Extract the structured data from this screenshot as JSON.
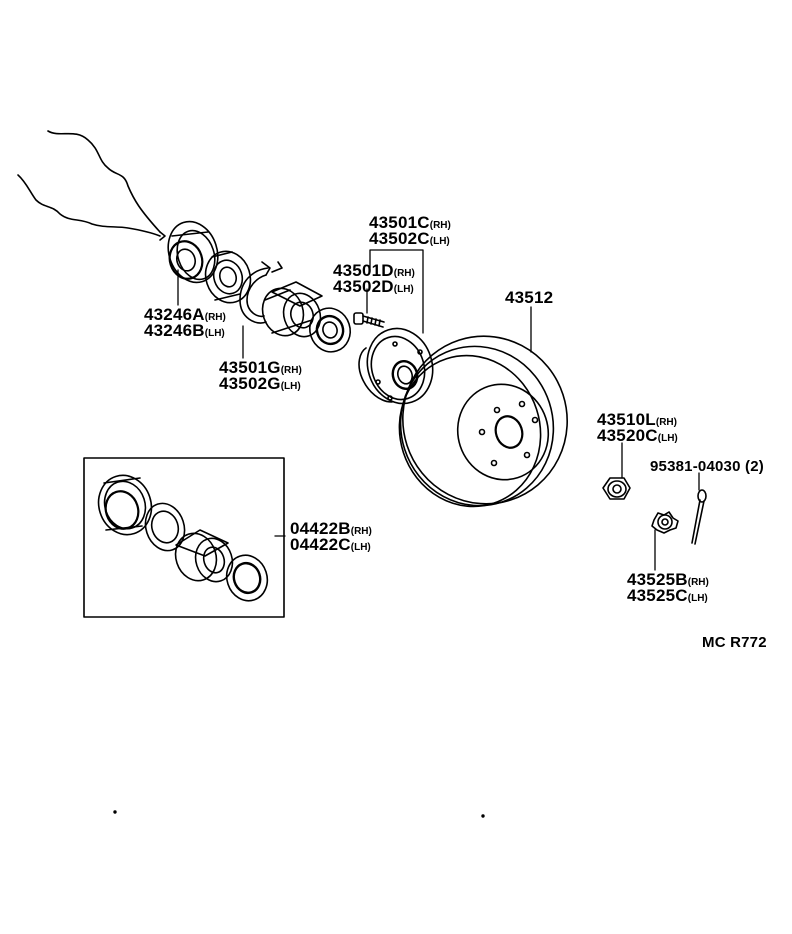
{
  "colors": {
    "ink": "#000000",
    "paper": "#ffffff"
  },
  "labels": {
    "p43501C": {
      "code": "43501C",
      "side": "(RH)"
    },
    "p43502C": {
      "code": "43502C",
      "side": "(LH)"
    },
    "p43501D": {
      "code": "43501D",
      "side": "(RH)"
    },
    "p43502D": {
      "code": "43502D",
      "side": "(LH)"
    },
    "p43512": {
      "code": "43512"
    },
    "p43246A": {
      "code": "43246A",
      "side": "(RH)"
    },
    "p43246B": {
      "code": "43246B",
      "side": "(LH)"
    },
    "p43501G": {
      "code": "43501G",
      "side": "(RH)"
    },
    "p43502G": {
      "code": "43502G",
      "side": "(LH)"
    },
    "p43510L": {
      "code": "43510L",
      "side": "(RH)"
    },
    "p43520C": {
      "code": "43520C",
      "side": "(LH)"
    },
    "p95381": {
      "code": "95381-04030",
      "qty": "(2)"
    },
    "p04422B": {
      "code": "04422B",
      "side": "(RH)"
    },
    "p04422C": {
      "code": "04422C",
      "side": "(LH)"
    },
    "p43525B": {
      "code": "43525B",
      "side": "(RH)"
    },
    "p43525C": {
      "code": "43525C",
      "side": "(LH)"
    }
  },
  "reference": "MC R772"
}
